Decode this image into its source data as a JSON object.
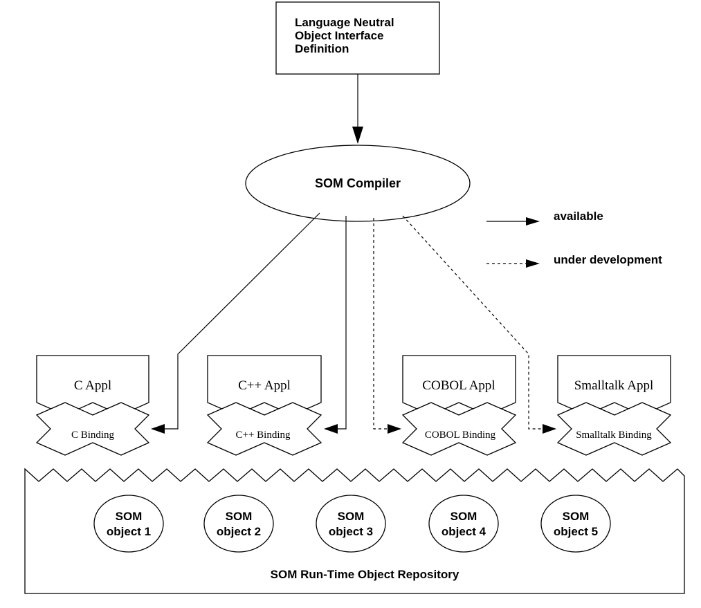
{
  "nodes": {
    "interface_definition": [
      "Language Neutral",
      "Object Interface",
      "Definition"
    ],
    "compiler": "SOM Compiler",
    "repository": "SOM Run-Time Object Repository"
  },
  "legend": {
    "available": "available",
    "under_development": "under development"
  },
  "applications": [
    {
      "appl": "C Appl",
      "binding": "C Binding",
      "status": "available"
    },
    {
      "appl": "C++ Appl",
      "binding": "C++ Binding",
      "status": "available"
    },
    {
      "appl": "COBOL Appl",
      "binding": "COBOL Binding",
      "status": "under development"
    },
    {
      "appl": "Smalltalk Appl",
      "binding": "Smalltalk Binding",
      "status": "under development"
    }
  ],
  "som_objects": [
    [
      "SOM",
      "object 1"
    ],
    [
      "SOM",
      "object 2"
    ],
    [
      "SOM",
      "object 3"
    ],
    [
      "SOM",
      "object 4"
    ],
    [
      "SOM",
      "object 5"
    ]
  ]
}
